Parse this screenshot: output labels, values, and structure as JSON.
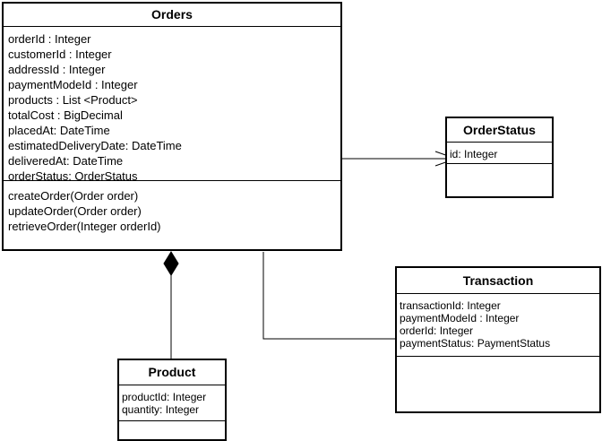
{
  "classes": {
    "orders": {
      "name": "Orders",
      "attributes": [
        "orderId : Integer",
        "customerId : Integer",
        "addressId : Integer",
        "paymentModeId : Integer",
        "products : List <Product>",
        "totalCost : BigDecimal",
        "placedAt: DateTime",
        "estimatedDeliveryDate: DateTime",
        "deliveredAt: DateTime",
        "orderStatus: OrderStatus"
      ],
      "operations": [
        "createOrder(Order order)",
        "updateOrder(Order order)",
        "retrieveOrder(Integer orderId)"
      ]
    },
    "orderstatus": {
      "name": "OrderStatus",
      "attributes": [
        "id: Integer"
      ]
    },
    "transaction": {
      "name": "Transaction",
      "attributes": [
        "transactionId: Integer",
        "paymentModeId : Integer",
        "orderId: Integer",
        "paymentStatus: PaymentStatus"
      ]
    },
    "product": {
      "name": "Product",
      "attributes": [
        "productId: Integer",
        "quantity: Integer"
      ]
    }
  },
  "relations": [
    {
      "from": "Orders",
      "to": "OrderStatus",
      "type": "association"
    },
    {
      "from": "Orders",
      "to": "Product",
      "type": "composition"
    },
    {
      "from": "Orders",
      "to": "Transaction",
      "type": "association"
    }
  ]
}
